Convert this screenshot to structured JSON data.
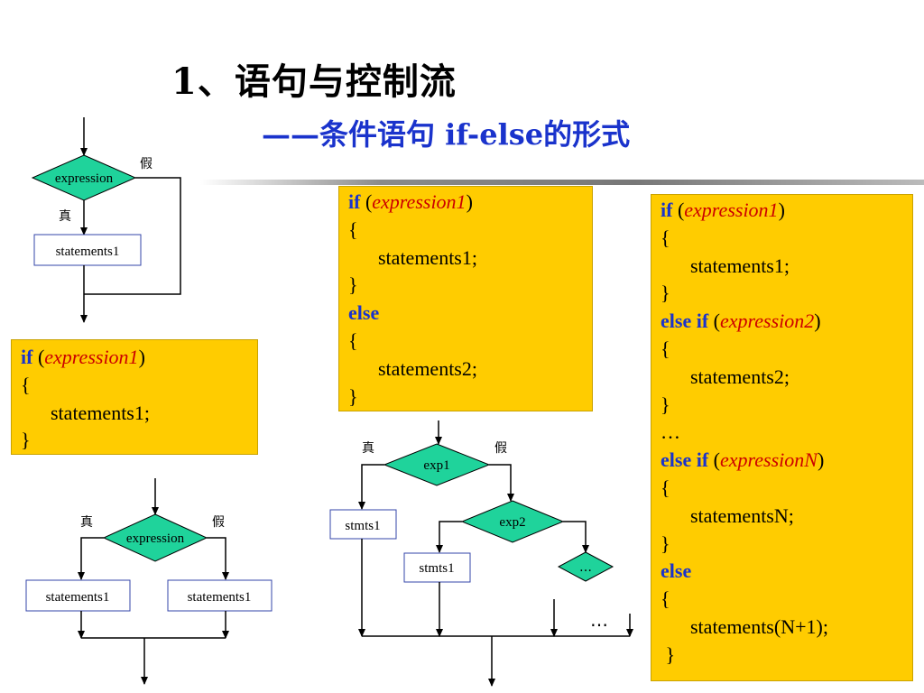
{
  "title": "1、语句与控制流",
  "subtitle": "——条件语句 if-else的形式",
  "flow1": {
    "diamond": "expression",
    "false_label": "假",
    "true_label": "真",
    "box": "statements1"
  },
  "flow2": {
    "diamond": "expression",
    "true_label": "真",
    "false_label": "假",
    "box_true": "statements1",
    "box_false": "statements1"
  },
  "flow3": {
    "diamond1": "exp1",
    "true_label": "真",
    "false_label": "假",
    "box1": "stmts1",
    "diamond2": "exp2",
    "box2": "stmts1",
    "diamond3": "…",
    "ellipsis": "…"
  },
  "code_if": {
    "kw_if": "if",
    "open_paren": " (",
    "expr": "expression1",
    "close_paren": ")",
    "open_brace": "{",
    "stmt": "      statements1;",
    "close_brace": "}"
  },
  "code_ifelse": {
    "kw_if": "if",
    "open_paren": " (",
    "expr": "expression1",
    "close_paren": ")",
    "brace1_open": "{",
    "stmt1": "      statements1;",
    "brace1_close": "}",
    "kw_else": "else",
    "brace2_open": "{",
    "stmt2": "      statements2;",
    "brace2_close": "}"
  },
  "code_elseif": {
    "kw_if": "if",
    "open_paren": " (",
    "expr1": "expression1",
    "close_paren": ")",
    "b1_open": "{",
    "stmt1": "      statements1;",
    "b1_close": "}",
    "kw_elseif_1": "else if",
    "expr2": "expression2",
    "b2_open": "{",
    "stmt2": "      statements2;",
    "b2_close": "}",
    "dots": "…",
    "kw_elseif_n": "else if",
    "exprN": "expressionN",
    "bN_open": "{",
    "stmtN": "      statementsN;",
    "bN_close": "}",
    "kw_else": "else",
    "bE_open": "{",
    "stmtE": "      statements(N+1);",
    "bE_close": " }"
  },
  "colors": {
    "diamond_fill": "#1fd39b",
    "code_bg": "#ffcc00",
    "keyword": "#1a33cc",
    "expression": "#cc0000",
    "box_border": "#3344aa"
  }
}
